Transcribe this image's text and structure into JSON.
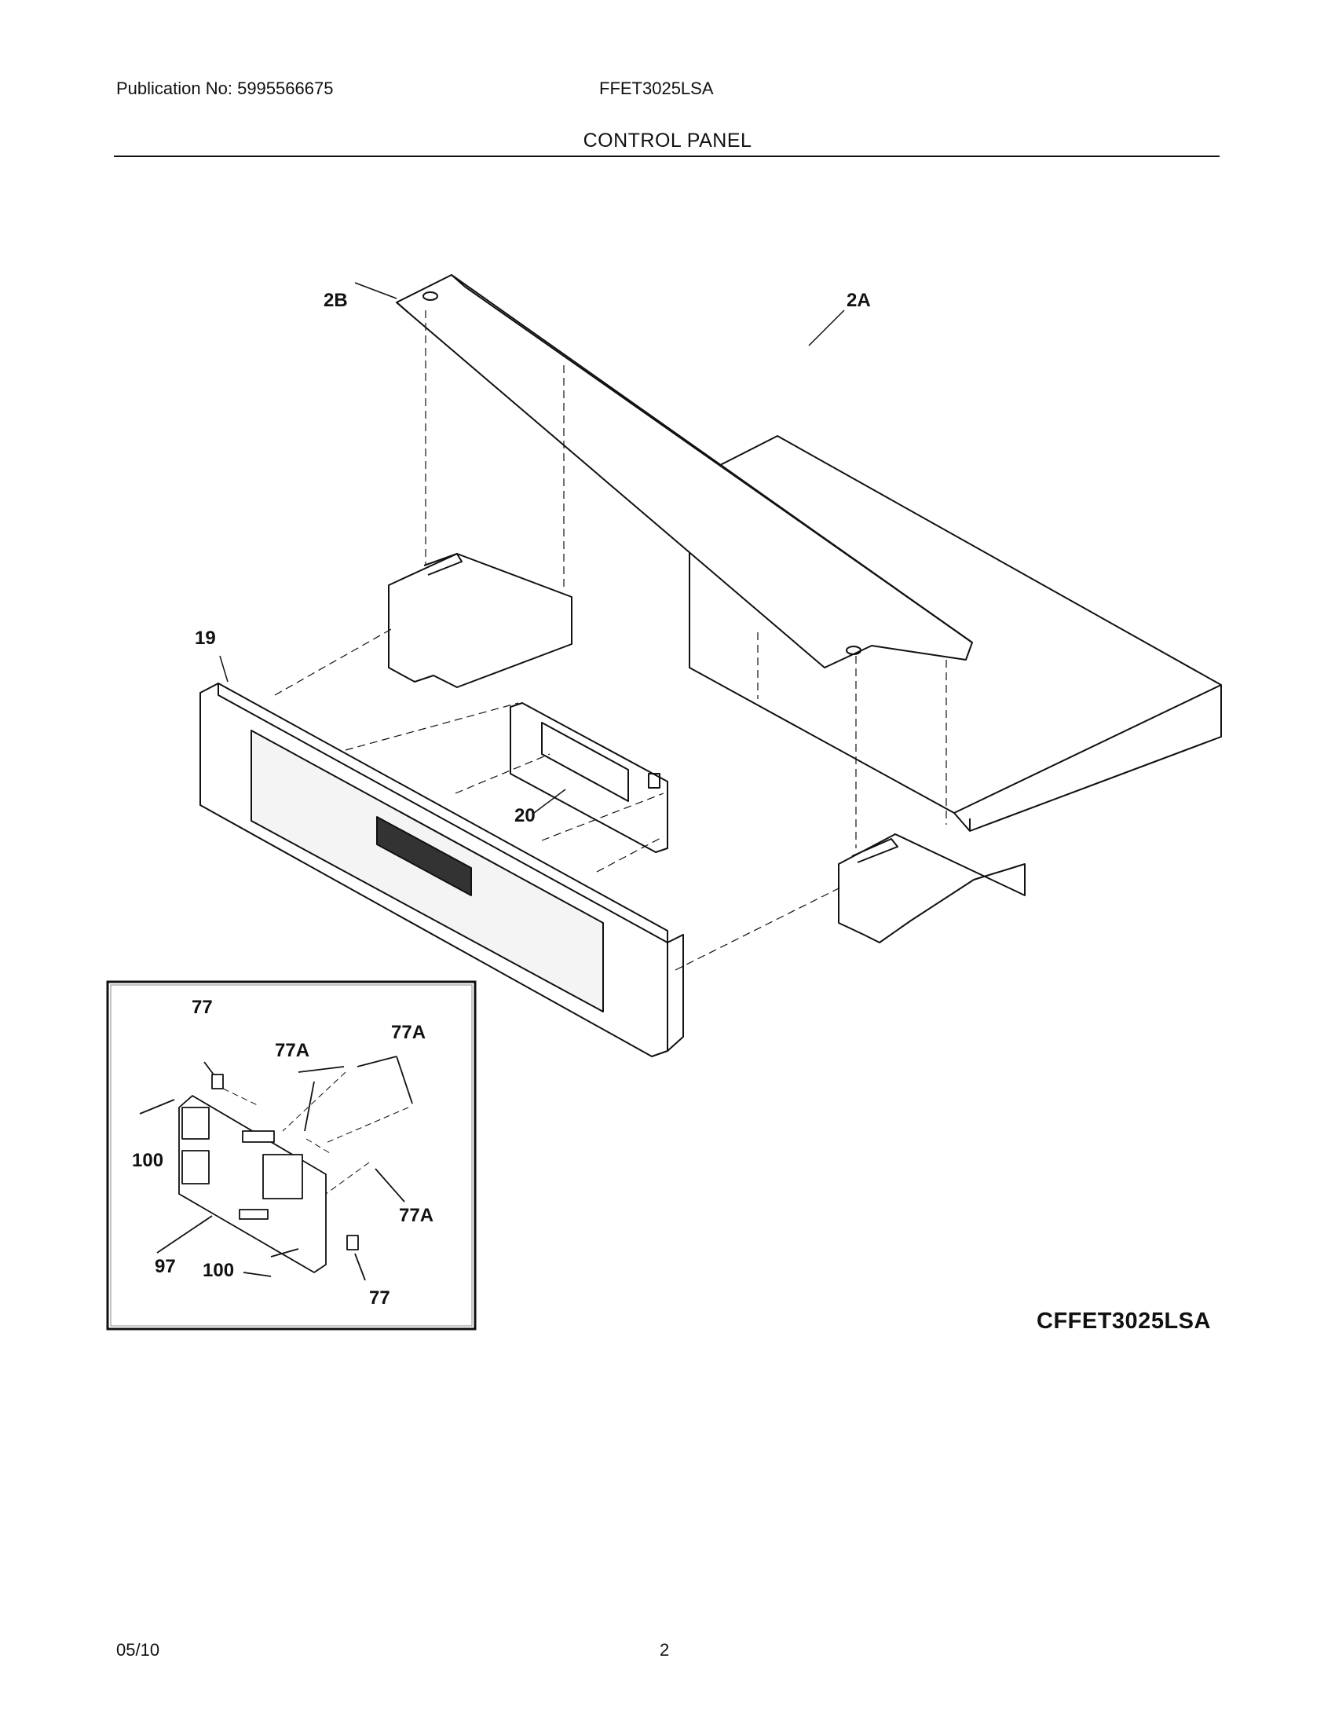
{
  "header": {
    "publication": "Publication No: 5995566675",
    "model": "FFET3025LSA",
    "section_title": "CONTROL PANEL"
  },
  "labels": {
    "l_2b": "2B",
    "l_2a": "2A",
    "l_19": "19",
    "l_20": "20",
    "inset": {
      "l_77_top": "77",
      "l_77a_left": "77A",
      "l_77a_right": "77A",
      "l_100_left": "100",
      "l_77a_lower": "77A",
      "l_97": "97",
      "l_100_bottom": "100",
      "l_77_bottom": "77"
    }
  },
  "diagram_code": "CFFET3025LSA",
  "footer": {
    "date": "05/10",
    "page": "2"
  }
}
